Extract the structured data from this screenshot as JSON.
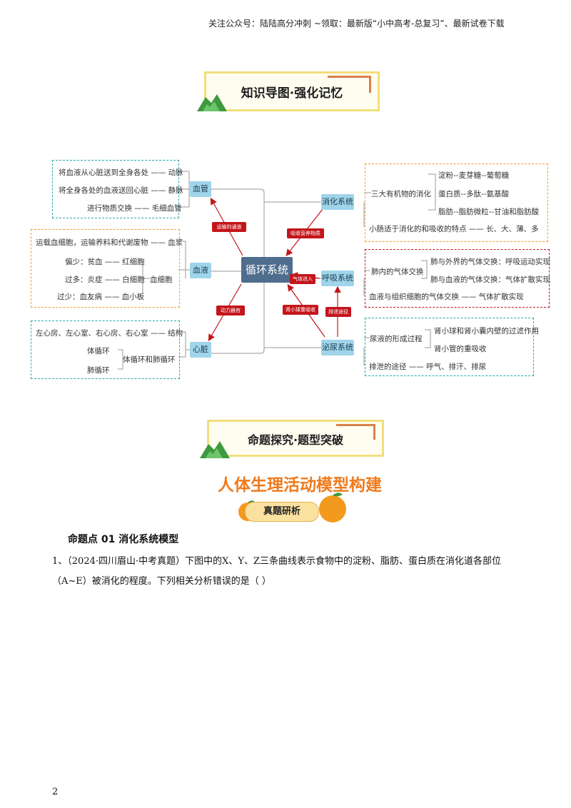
{
  "header": {
    "text": "关注公众号：陆陆高分冲刺  ~领取：最新版“小中高考-总复习”、最新试卷下载"
  },
  "banner1": {
    "title": "知识导图·强化记忆"
  },
  "banner2": {
    "title": "命题探究·题型突破"
  },
  "topic": {
    "title": "人体生理活动模型构建",
    "pill": "真题研析"
  },
  "mindmap": {
    "center": "循环系统",
    "nodes": {
      "blood_vessel": "血管",
      "blood": "血液",
      "heart": "心脏",
      "digestive": "消化系统",
      "respiratory": "呼吸系统",
      "urinary": "泌尿系统"
    },
    "vessel_box": {
      "line1": "将血液从心脏送到全身各处 —— 动脉",
      "line2": "将全身各处的血液送回心脏 —— 静脉",
      "line3": "进行物质交换 —— 毛细血管"
    },
    "blood_box": {
      "line1": "运载血细胞，运输养料和代谢废物 —— 血浆",
      "line2": "偏少：贫血 —— 红细胞",
      "line3": "过多：炎症 —— 白细胞",
      "line4": "过少：血友病 —— 血小板",
      "cells": "血细胞"
    },
    "heart_box": {
      "line1": "左心房、左心室、右心房、右心室 —— 结构",
      "line2": "体循环",
      "line3": "肺循环",
      "circ": "体循环和肺循环"
    },
    "digest_box": {
      "nutrients": "三大有机物的消化",
      "starch": "淀粉--麦芽糖--葡萄糖",
      "protein": "蛋白质--多肽--氨基酸",
      "fat": "脂肪--脂肪微粒--甘油和脂肪酸",
      "intestine": "小肠适于消化的和吸收的特点 —— 长、大、薄、多"
    },
    "resp_box": {
      "lung": "肺内的气体交换",
      "ex1": "肺与外界的气体交换：呼吸运动实现",
      "ex2": "肺与血液的气体交换：气体扩散实现",
      "tissue": "血液与组织细胞的气体交换 —— 气体扩散实现"
    },
    "urin_box": {
      "formation": "尿液的形成过程",
      "f1": "肾小球和肾小囊内壁的过滤作用",
      "f2": "肾小管的重吸收",
      "excrete": "排泄的途径 —— 呼气、排汗、排尿"
    },
    "labels": {
      "transport": "运输的通道",
      "absorb": "吸收营养物质",
      "gas_in": "气体进入",
      "power": "动力器官",
      "filter": "肾小球重吸收",
      "excrete_w": "排泄途径"
    },
    "colors": {
      "cyan_box": "#2aa8b0",
      "orange_box": "#f0a030",
      "red_box": "#c0171d",
      "node": "#9fd4ea",
      "center": "#4f6d8d",
      "arrow": "#c3151b"
    }
  },
  "section": {
    "title": "命题点 01  消化系统模型"
  },
  "question": {
    "text": "1、（2024·四川眉山·中考真题）下图中的X、Y、Z三条曲线表示食物中的淀粉、脂肪、蛋白质在消化道各部位（A~E）被消化的程度。下列相关分析错误的是（        ）"
  },
  "page_number": "2"
}
